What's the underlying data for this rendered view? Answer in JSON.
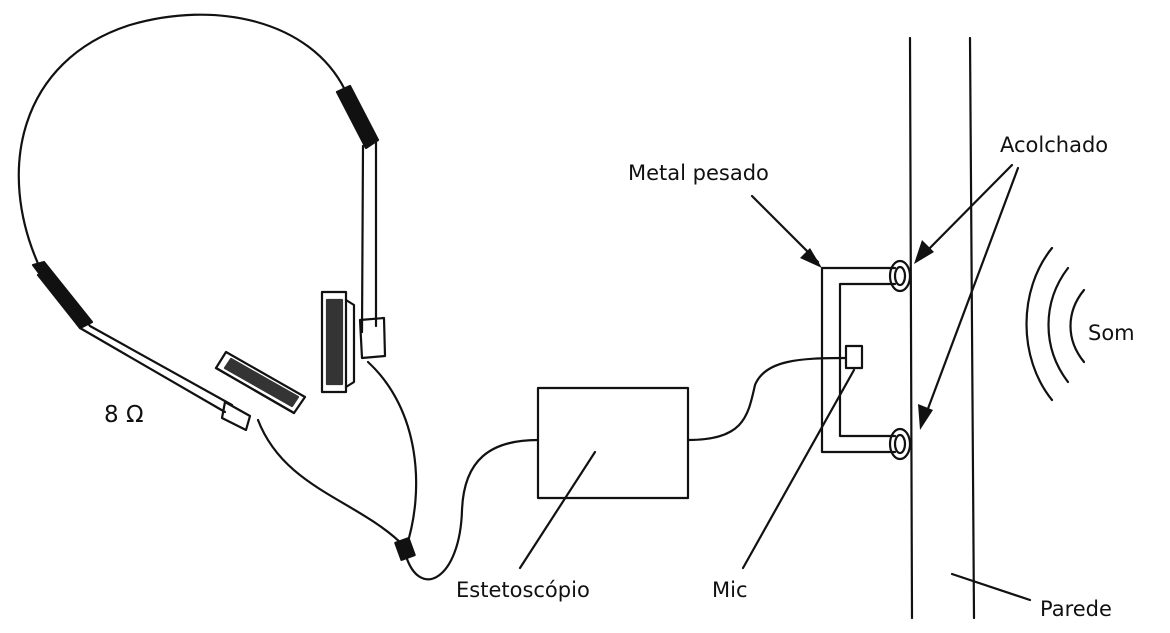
{
  "labels": {
    "metal_pesado": "Metal pesado",
    "acolchado": "Acolchado",
    "som": "Som",
    "ohm": "8 Ω",
    "estetoscopio": "Estetoscópio",
    "mic": "Mic",
    "parede": "Parede"
  },
  "colors": {
    "ink": "#111111",
    "paper": "#ffffff"
  }
}
